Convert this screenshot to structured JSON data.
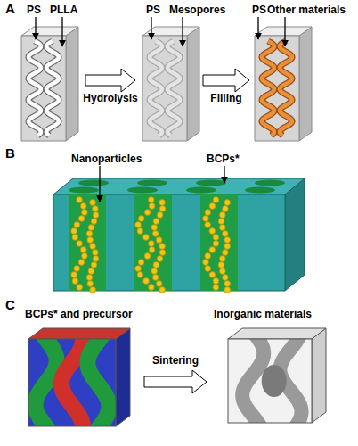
{
  "diagram": {
    "labels": [
      "A",
      "PS",
      "PLLA",
      "PS",
      "Mesopores",
      "PS",
      "Other materials",
      "Hydrolysis",
      "Filling",
      "B",
      "Nanoparticles",
      "BCPs*",
      "C",
      "BCPs* and precursor",
      "Sintering",
      "Inorganic materials"
    ]
  }
}
